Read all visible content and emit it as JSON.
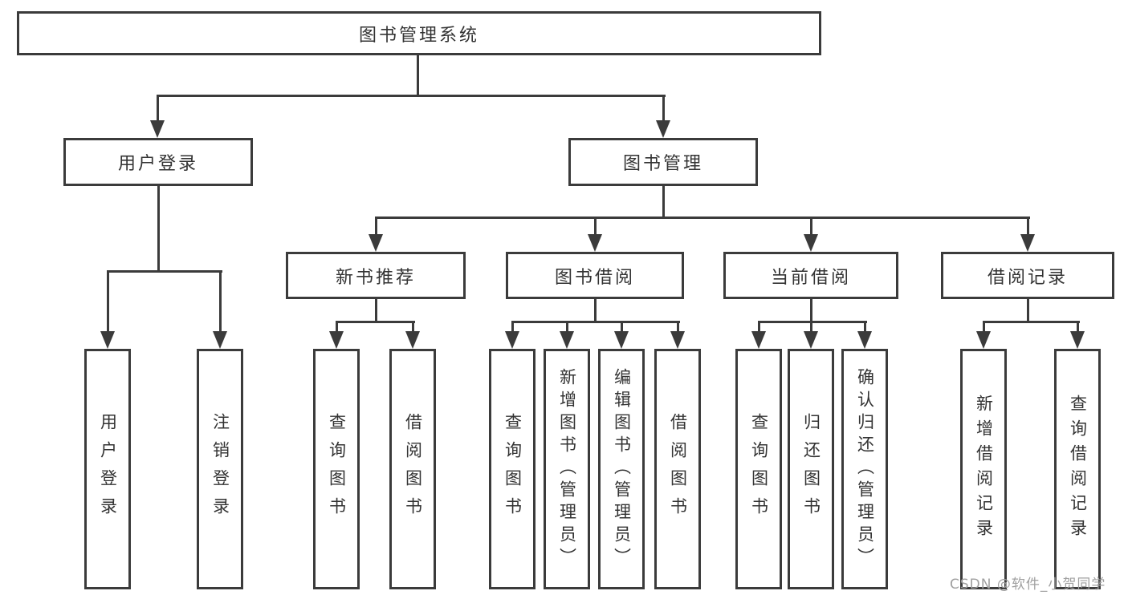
{
  "colors": {
    "line": "#3b3b3b",
    "box_border": "#3b3b3b",
    "text": "#333333",
    "background": "#ffffff",
    "watermark": "#a0a0a0"
  },
  "watermark": {
    "text": "CSDN @软件_小贺同学"
  },
  "tree": {
    "root": {
      "label": "图书管理系统"
    },
    "branches": [
      {
        "label": "用户登录",
        "children": [
          {
            "label": "用户登录"
          },
          {
            "label": "注销登录"
          }
        ]
      },
      {
        "label": "图书管理",
        "children": [
          {
            "label": "新书推荐",
            "children": [
              {
                "label": "查询图书"
              },
              {
                "label": "借阅图书"
              }
            ]
          },
          {
            "label": "图书借阅",
            "children": [
              {
                "label": "查询图书"
              },
              {
                "label": "新增图书（管理员）"
              },
              {
                "label": "编辑图书（管理员）"
              },
              {
                "label": "借阅图书"
              }
            ]
          },
          {
            "label": "当前借阅",
            "children": [
              {
                "label": "查询图书"
              },
              {
                "label": "归还图书"
              },
              {
                "label": "确认归还（管理员）"
              }
            ]
          },
          {
            "label": "借阅记录",
            "children": [
              {
                "label": "新增借阅记录"
              },
              {
                "label": "查询借阅记录"
              }
            ]
          }
        ]
      }
    ]
  }
}
